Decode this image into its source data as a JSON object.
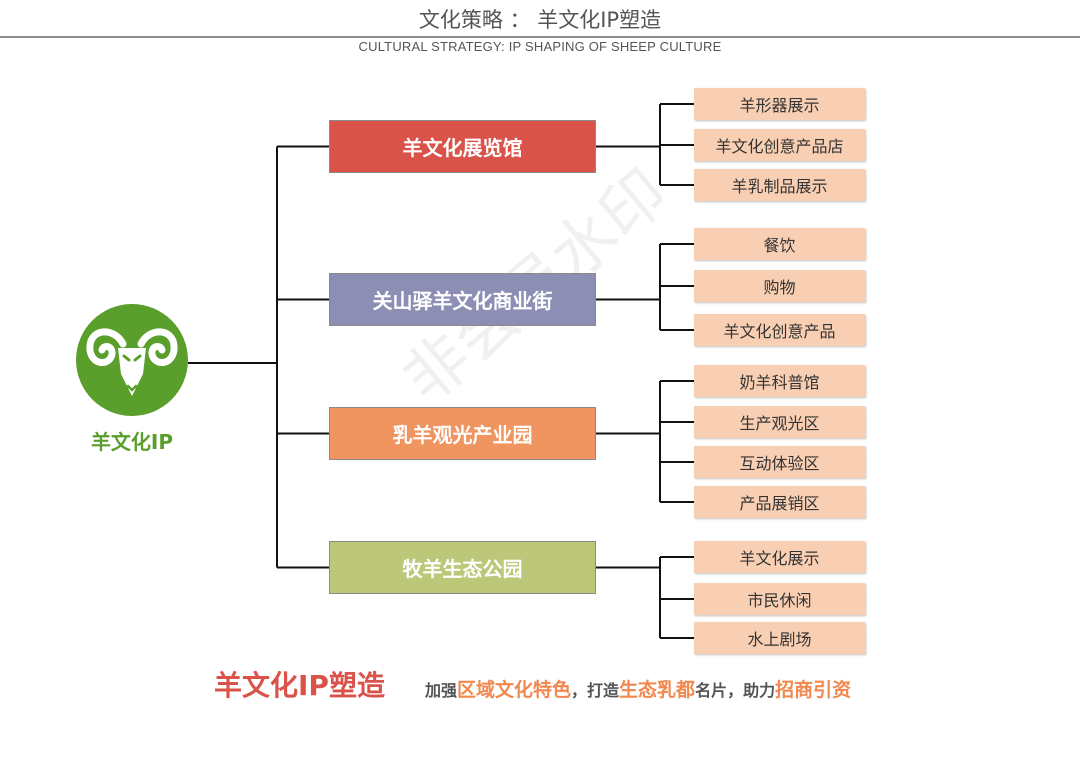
{
  "header": {
    "title": "文化策略 ： 羊文化IP塑造",
    "subtitle": "CULTURAL STRATEGY: IP SHAPING OF SHEEP CULTURE"
  },
  "watermark": "非会员水印",
  "root": {
    "label": "羊文化IP",
    "logo_icon": "ram-head-icon",
    "color": "#5a9e2c"
  },
  "branches": [
    {
      "label": "羊文化展览馆",
      "color": "#d9534a",
      "items": [
        "羊形器展示",
        "羊文化创意产品店",
        "羊乳制品展示"
      ]
    },
    {
      "label": "关山驿羊文化商业街",
      "color": "#8c8fb3",
      "items": [
        "餐饮",
        "购物",
        "羊文化创意产品"
      ]
    },
    {
      "label": "乳羊观光产业园",
      "color": "#f0955f",
      "items": [
        "奶羊科普馆",
        "生产观光区",
        "互动体验区",
        "产品展销区"
      ]
    },
    {
      "label": "牧羊生态公园",
      "color": "#bcc779",
      "items": [
        "羊文化展示",
        "市民休闲",
        "水上剧场"
      ]
    }
  ],
  "footer": {
    "title": "羊文化IP塑造",
    "slogan": {
      "p1": "加强",
      "h1": "区域文化特色",
      "p2": "，打造",
      "h2": "生态乳都",
      "p3": "名片，助力",
      "h3": "招商引资"
    },
    "highlight_color": "#f0884f",
    "title_color": "#d9534a"
  }
}
